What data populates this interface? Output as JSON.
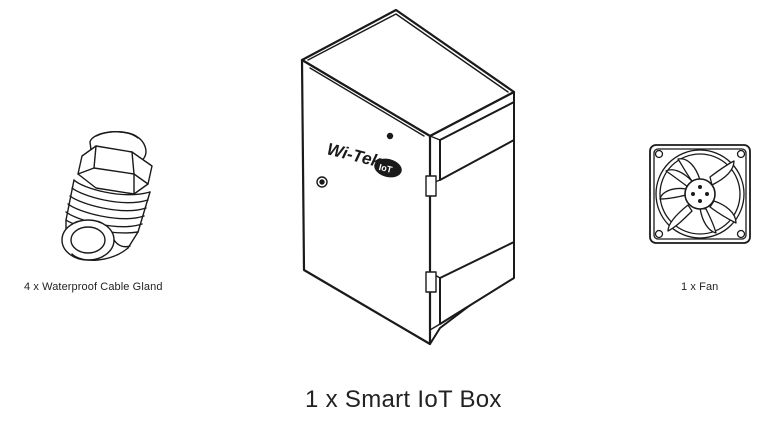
{
  "items": {
    "gland": {
      "caption": "4 x Waterproof Cable Gland",
      "icon": "cable-gland-drawing"
    },
    "box": {
      "caption": "1 x Smart IoT Box",
      "icon": "enclosure-box-drawing",
      "logo_text": "Wi-Tek IoT"
    },
    "fan": {
      "caption": "1 x Fan",
      "icon": "cooling-fan-drawing"
    }
  },
  "colors": {
    "line": "#1a1a1a",
    "background": "#ffffff"
  }
}
